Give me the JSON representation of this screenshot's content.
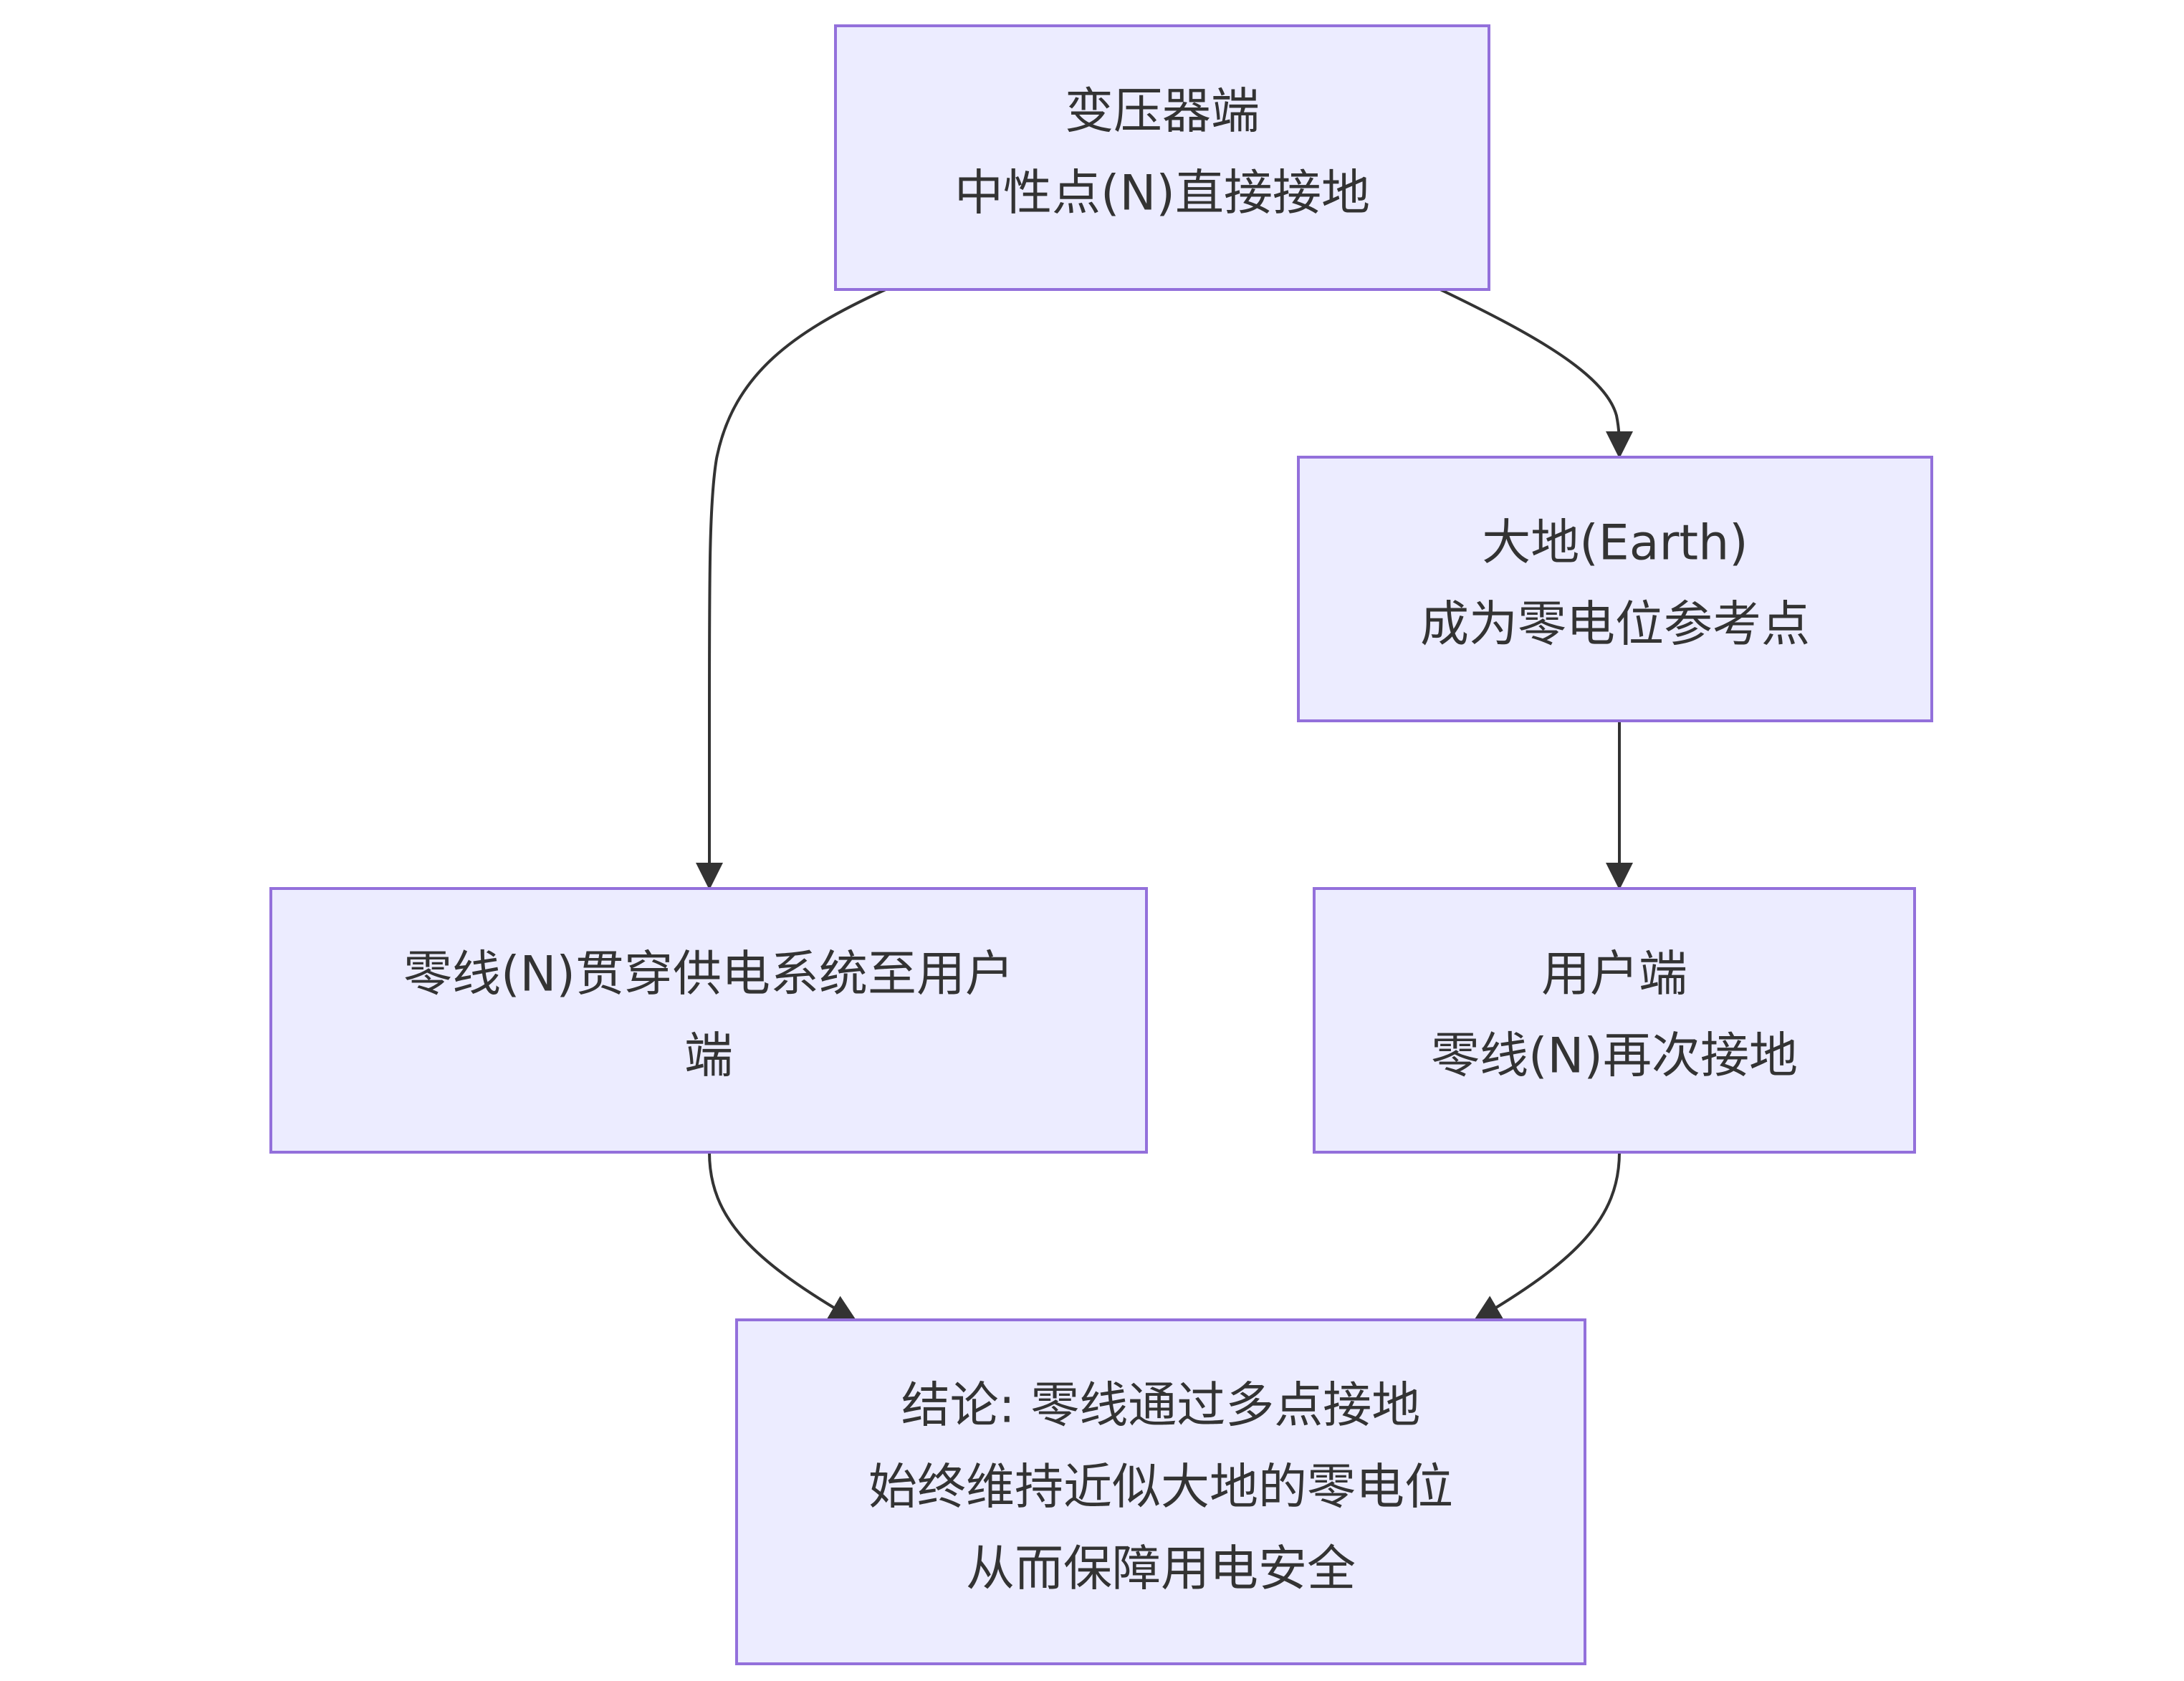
{
  "colors": {
    "node_fill": "#ECECFF",
    "node_border": "#9370DB",
    "edge": "#333333",
    "text": "#333333",
    "background": "#FFFFFF"
  },
  "nodes": {
    "transformer": {
      "lines": [
        "变压器端",
        "中性点(N)直接接地"
      ]
    },
    "earth": {
      "lines": [
        "大地(Earth)",
        "成为零电位参考点"
      ]
    },
    "neutral_line": {
      "lines": [
        "零线(N)贯穿供电系统至用户",
        "端"
      ]
    },
    "user_end": {
      "lines": [
        "用户端",
        "零线(N)再次接地"
      ]
    },
    "conclusion": {
      "lines": [
        "结论: 零线通过多点接地",
        "始终维持近似大地的零电位",
        "从而保障用电安全"
      ]
    }
  },
  "edges": [
    {
      "from": "transformer",
      "to": "neutral_line"
    },
    {
      "from": "transformer",
      "to": "earth"
    },
    {
      "from": "earth",
      "to": "user_end"
    },
    {
      "from": "neutral_line",
      "to": "conclusion"
    },
    {
      "from": "user_end",
      "to": "conclusion"
    }
  ]
}
